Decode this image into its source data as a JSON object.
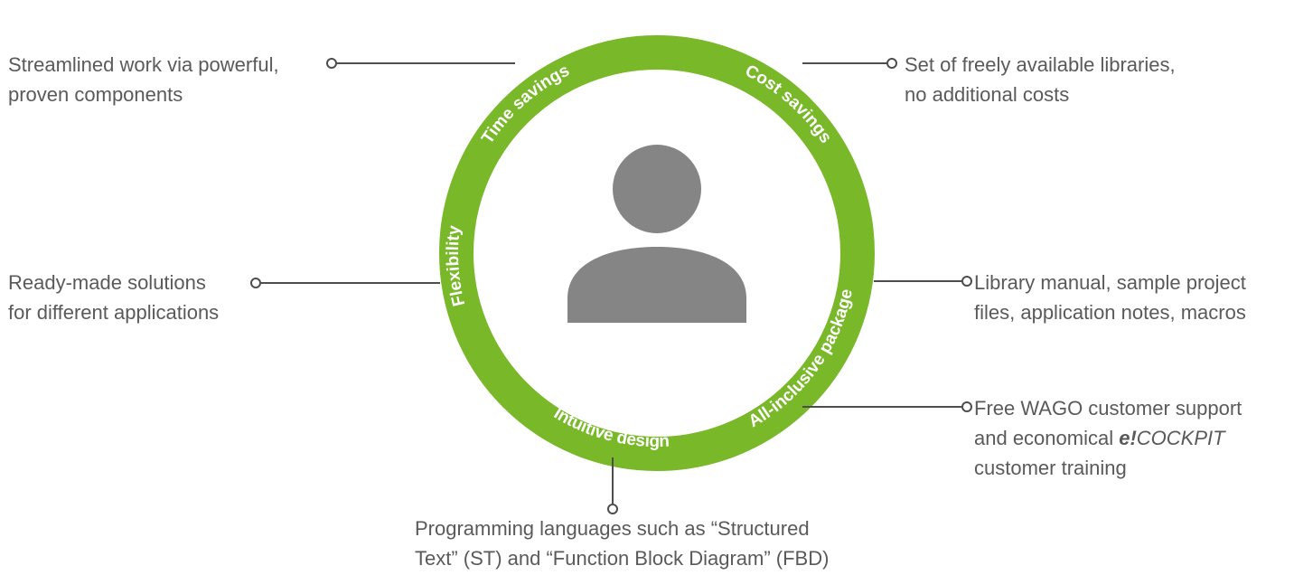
{
  "ring_labels": {
    "time_savings": "Time savings",
    "cost_savings": "Cost savings",
    "flexibility": "Flexibility",
    "all_inclusive": "All-inclusive package",
    "intuitive_design": "Intuitive design"
  },
  "callouts": {
    "time_savings": [
      "Streamlined work via powerful,",
      "proven components"
    ],
    "cost_savings": [
      "Set of freely available libraries,",
      "no additional costs"
    ],
    "flexibility": [
      "Ready-made solutions",
      "for different applications"
    ],
    "all_inclusive_docs": [
      "Library manual, sample project",
      "files, application notes, macros"
    ],
    "support": {
      "line1": "Free WAGO customer support",
      "line2_prefix": "and economical ",
      "brand_bold": "e!",
      "brand_rest": "COCKPIT",
      "line3": "customer training"
    },
    "intuitive_design": [
      "Programming languages such as “Structured",
      "Text” (ST) and “Function Block Diagram” (FBD)"
    ]
  },
  "colors": {
    "ring": "#78b829",
    "avatar": "#858585",
    "connector": "#4d4d4d",
    "text": "#5a5a5a",
    "ring_text": "#ffffff"
  },
  "icons": {
    "center": "user-avatar-icon"
  }
}
